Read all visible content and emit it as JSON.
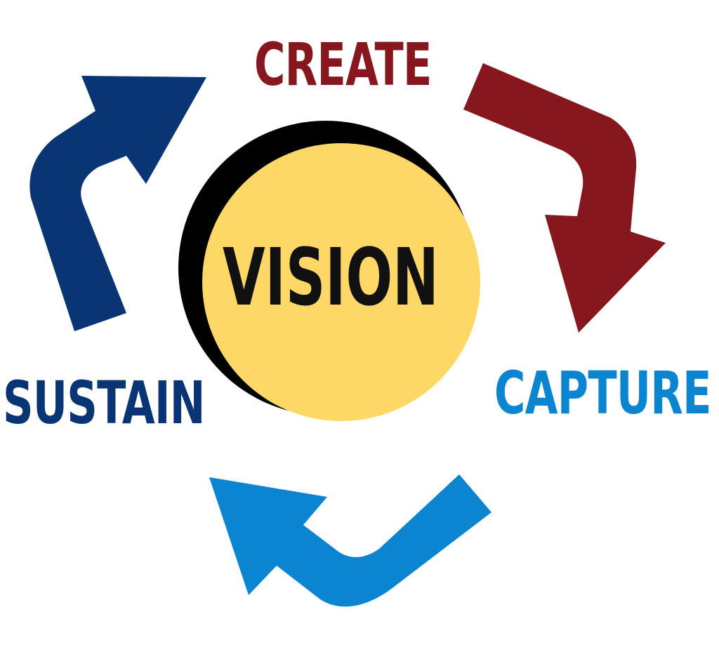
{
  "diagram": {
    "center": {
      "label": "VISION",
      "fill_color": "#fdd867",
      "border_color": "#000000"
    },
    "stages": [
      {
        "label": "CREATE",
        "color": "#86171e",
        "arrow_color": "#86171e"
      },
      {
        "label": "CAPTURE",
        "color": "#0b85cf",
        "arrow_color": "#0b85cf"
      },
      {
        "label": "SUSTAIN",
        "color": "#0a3574",
        "arrow_color": "#0a3574"
      }
    ]
  }
}
